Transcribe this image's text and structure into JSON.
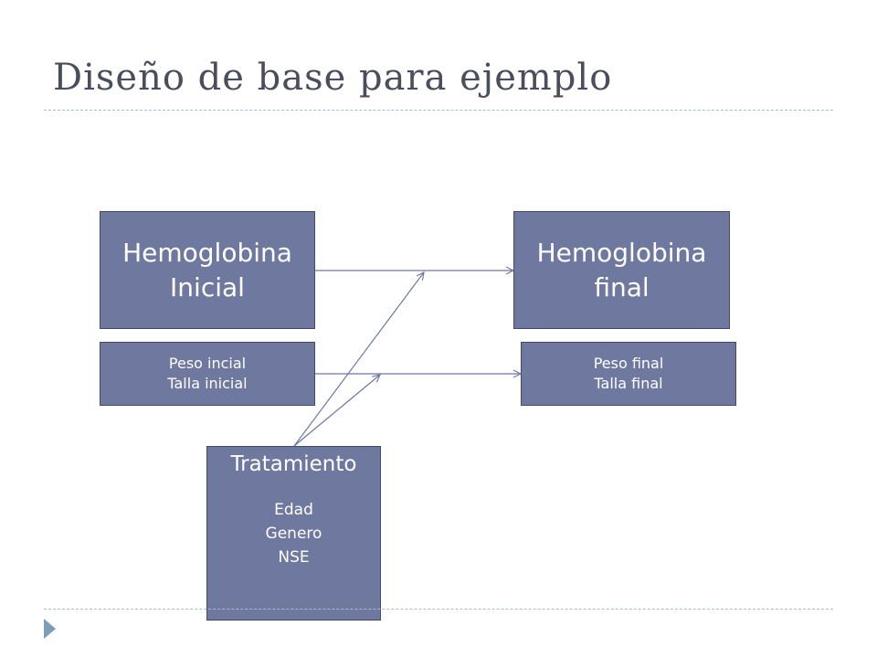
{
  "slide": {
    "title": "Diseño de base para ejemplo"
  },
  "diagram": {
    "hb_initial": {
      "line1": "Hemoglobina",
      "line2": "Inicial"
    },
    "hb_final": {
      "line1": "Hemoglobina",
      "line2": "final"
    },
    "anthro_initial": {
      "line1": "Peso incial",
      "line2": "Talla inicial"
    },
    "anthro_final": {
      "line1": "Peso final",
      "line2": "Talla final"
    },
    "treatment": {
      "title": "Tratamiento",
      "covariates": [
        "Edad",
        "Genero",
        "NSE"
      ]
    }
  },
  "colors": {
    "box_fill": "#6f79a0",
    "box_border": "#414a6b",
    "arrow": "#6f79a0",
    "title_text": "#4a4e5c",
    "rule": "#a9bccd"
  }
}
